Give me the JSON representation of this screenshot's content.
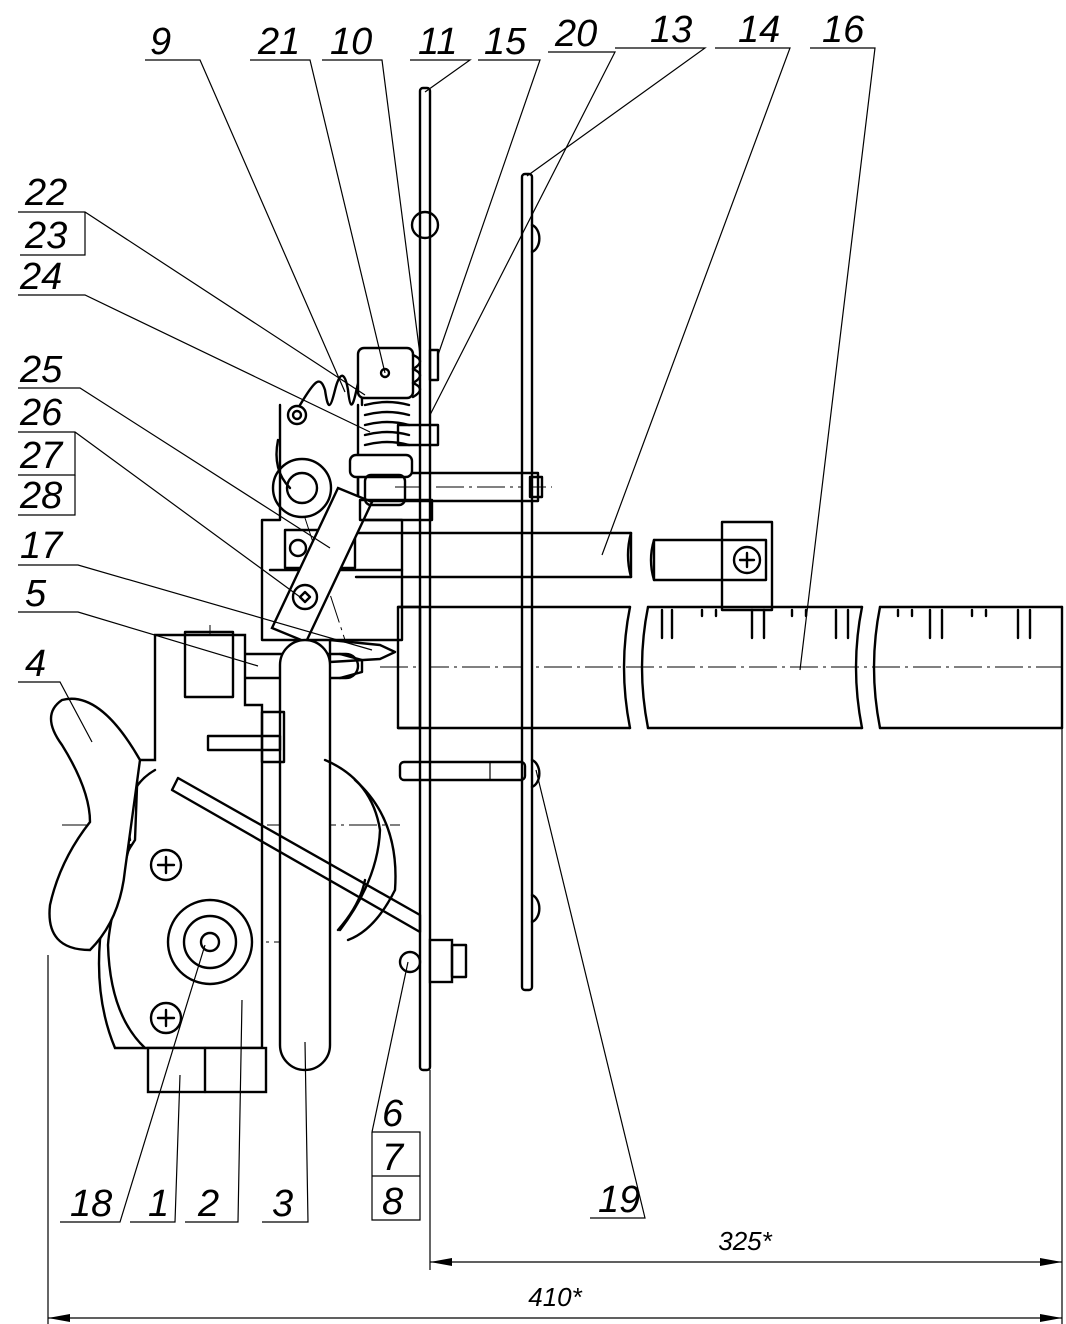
{
  "drawing": {
    "callouts": [
      {
        "id": "c9",
        "text": "9"
      },
      {
        "id": "c21",
        "text": "21"
      },
      {
        "id": "c10",
        "text": "10"
      },
      {
        "id": "c11",
        "text": "11"
      },
      {
        "id": "c15",
        "text": "15"
      },
      {
        "id": "c20",
        "text": "20"
      },
      {
        "id": "c13",
        "text": "13"
      },
      {
        "id": "c14",
        "text": "14"
      },
      {
        "id": "c16",
        "text": "16"
      },
      {
        "id": "c22",
        "text": "22"
      },
      {
        "id": "c23",
        "text": "23"
      },
      {
        "id": "c24",
        "text": "24"
      },
      {
        "id": "c25",
        "text": "25"
      },
      {
        "id": "c26",
        "text": "26"
      },
      {
        "id": "c27",
        "text": "27"
      },
      {
        "id": "c28",
        "text": "28"
      },
      {
        "id": "c17",
        "text": "17"
      },
      {
        "id": "c5",
        "text": "5"
      },
      {
        "id": "c4",
        "text": "4"
      },
      {
        "id": "c6",
        "text": "6"
      },
      {
        "id": "c7",
        "text": "7"
      },
      {
        "id": "c8",
        "text": "8"
      },
      {
        "id": "c19",
        "text": "19"
      },
      {
        "id": "c18",
        "text": "18"
      },
      {
        "id": "c1",
        "text": "1"
      },
      {
        "id": "c2",
        "text": "2"
      },
      {
        "id": "c3",
        "text": "3"
      }
    ],
    "dimensions": {
      "inner": "325*",
      "outer": "410*"
    }
  }
}
